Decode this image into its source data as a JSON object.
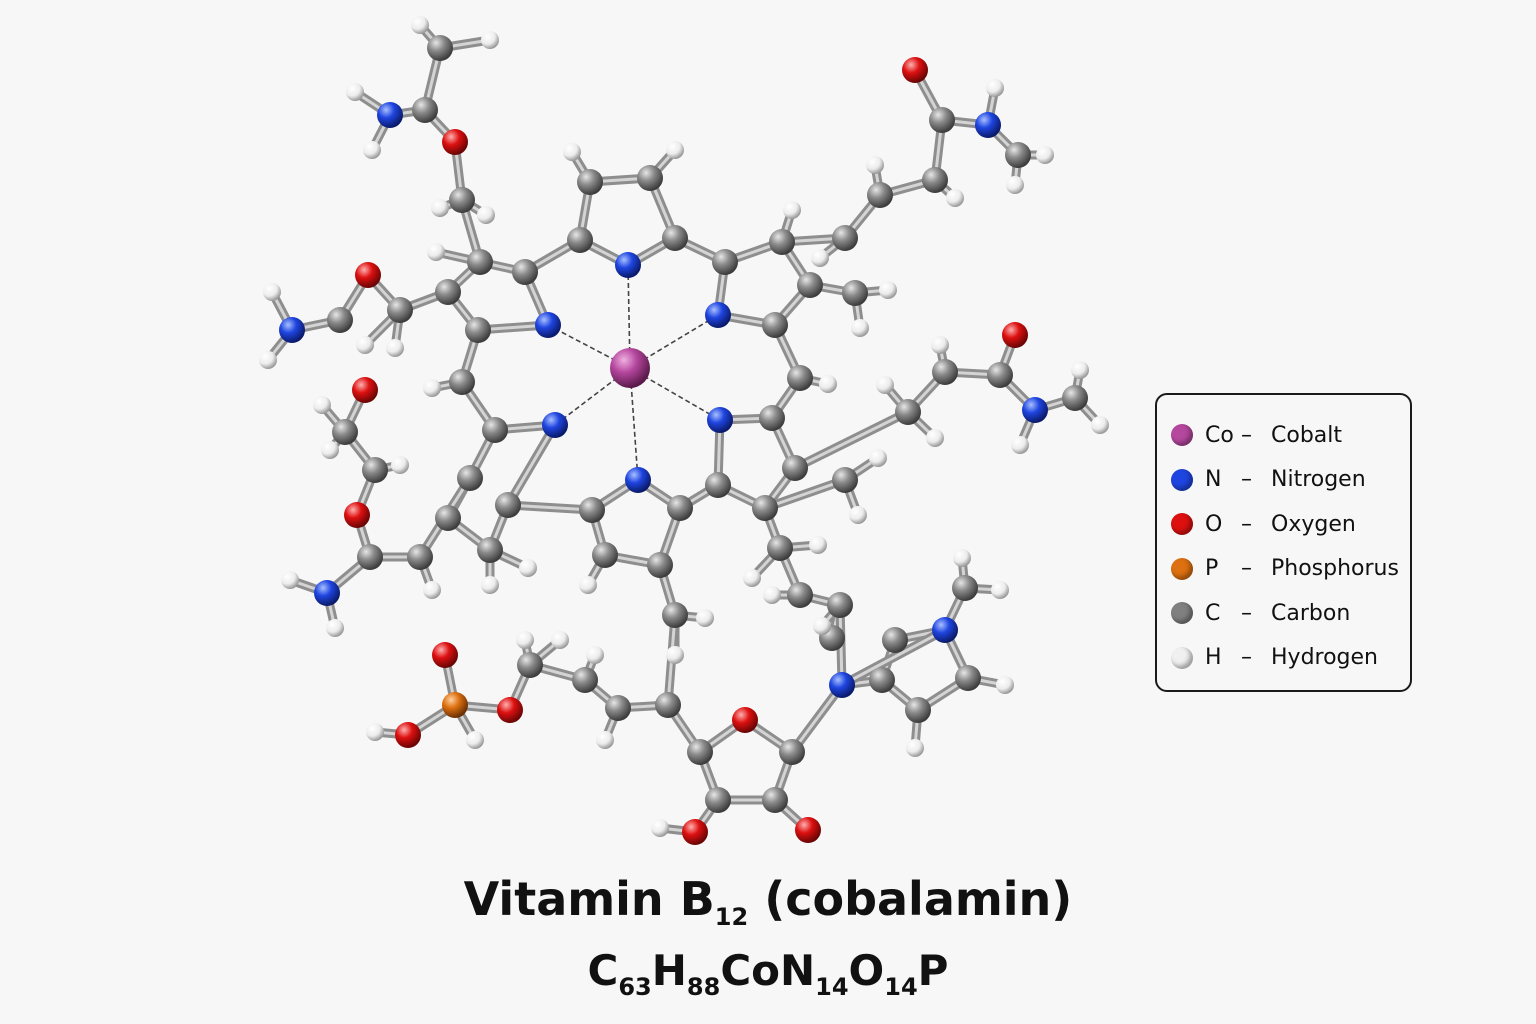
{
  "title": {
    "name": "Vitamin B",
    "subscript": "12",
    "suffix": "(cobalamin)"
  },
  "formula": [
    {
      "symbol": "C",
      "count": "63"
    },
    {
      "symbol": "H",
      "count": "88"
    },
    {
      "symbol": "CoN",
      "count": "14"
    },
    {
      "symbol": "O",
      "count": "14"
    },
    {
      "symbol": "P",
      "count": ""
    }
  ],
  "legend": [
    {
      "symbol": "Co",
      "name": "Cobalt",
      "color": "#b5479e"
    },
    {
      "symbol": "N",
      "name": "Nitrogen",
      "color": "#1f45e0"
    },
    {
      "symbol": "O",
      "name": "Oxygen",
      "color": "#dd1010"
    },
    {
      "symbol": "P",
      "name": "Phosphorus",
      "color": "#dd7010"
    },
    {
      "symbol": "C",
      "name": "Carbon",
      "color": "#808080"
    },
    {
      "symbol": "H",
      "name": "Hydrogen",
      "color": "#f0f0f0"
    }
  ]
}
